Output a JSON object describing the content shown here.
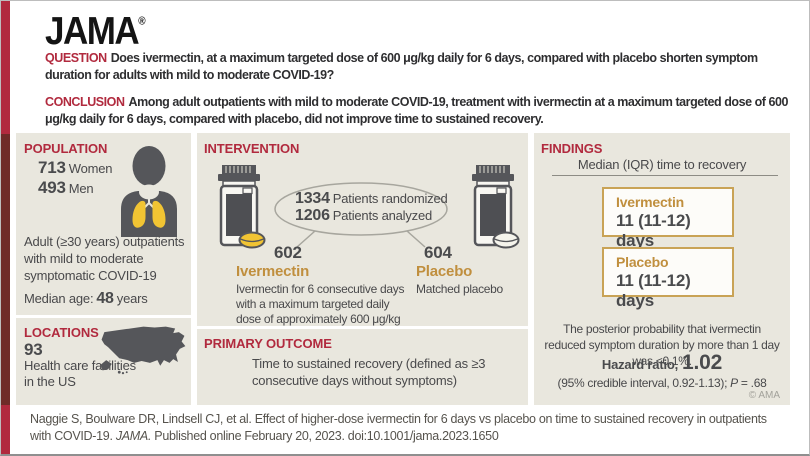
{
  "brand": {
    "logo": "JAMA",
    "registered": "®",
    "copyright": "© AMA"
  },
  "header": {
    "question_label": "QUESTION",
    "question_text": "Does ivermectin, at a maximum targeted dose of 600 μg/kg daily for 6 days, compared with placebo shorten symptom duration for adults with mild to moderate COVID-19?",
    "conclusion_label": "CONCLUSION",
    "conclusion_text": "Among adult outpatients with mild to moderate COVID-19, treatment with ivermectin at a maximum targeted dose of 600 μg/kg daily for 6 days, compared with placebo, did not improve time to sustained recovery."
  },
  "population": {
    "title": "POPULATION",
    "stats": [
      {
        "value": "713",
        "label": "Women"
      },
      {
        "value": "493",
        "label": "Men"
      }
    ],
    "description": "Adult (≥30 years) outpatients with mild to moderate symptomatic COVID-19",
    "median_age_label": "Median age:",
    "median_age_value": "48",
    "median_age_unit": "years"
  },
  "locations": {
    "title": "LOCATIONS",
    "value": "93",
    "label": "Health care facilities in the US"
  },
  "intervention": {
    "title": "INTERVENTION",
    "randomized_value": "1334",
    "randomized_label": "Patients randomized",
    "analyzed_value": "1206",
    "analyzed_label": "Patients analyzed",
    "arms": [
      {
        "n": "602",
        "name": "Ivermectin",
        "description": "Ivermectin for 6 consecutive days with a maximum targeted daily dose of approximately 600 μg/kg"
      },
      {
        "n": "604",
        "name": "Placebo",
        "description": "Matched placebo"
      }
    ]
  },
  "primary_outcome": {
    "title": "PRIMARY OUTCOME",
    "text": "Time to sustained recovery (defined as ≥3 consecutive days without symptoms)"
  },
  "findings": {
    "title": "FINDINGS",
    "subtitle": "Median (IQR) time to recovery",
    "results": [
      {
        "name": "Ivermectin",
        "value": "11 (11-12) days"
      },
      {
        "name": "Placebo",
        "value": "11 (11-12) days"
      }
    ],
    "posterior_text": "The posterior probability that ivermectin reduced symptom duration by more than 1 day was <0.1%.",
    "hazard_label": "Hazard ratio,",
    "hazard_value": "1.02",
    "ci_prefix": "(95% credible interval, 0.92-1.13); ",
    "p_italic": "P",
    "p_rest": " = .68"
  },
  "footer": {
    "text_before": "Naggie S, Boulware DR, Lindsell CJ, et al. Effect of higher-dose ivermectin for 6 days vs placebo on time to sustained recovery in outpatients with COVID-19. ",
    "journal": "JAMA.",
    "text_after": " Published online February 20, 2023. doi:10.1001/jama.2023.1650"
  },
  "colors": {
    "crimson": "#B12A3E",
    "maroon": "#6F2B28",
    "beige": "#E9E7DE",
    "gold": "#C08F3E",
    "gold_border": "#C9A356",
    "dark_gray": "#4A4B4D",
    "pill_yellow": "#F1C433"
  }
}
